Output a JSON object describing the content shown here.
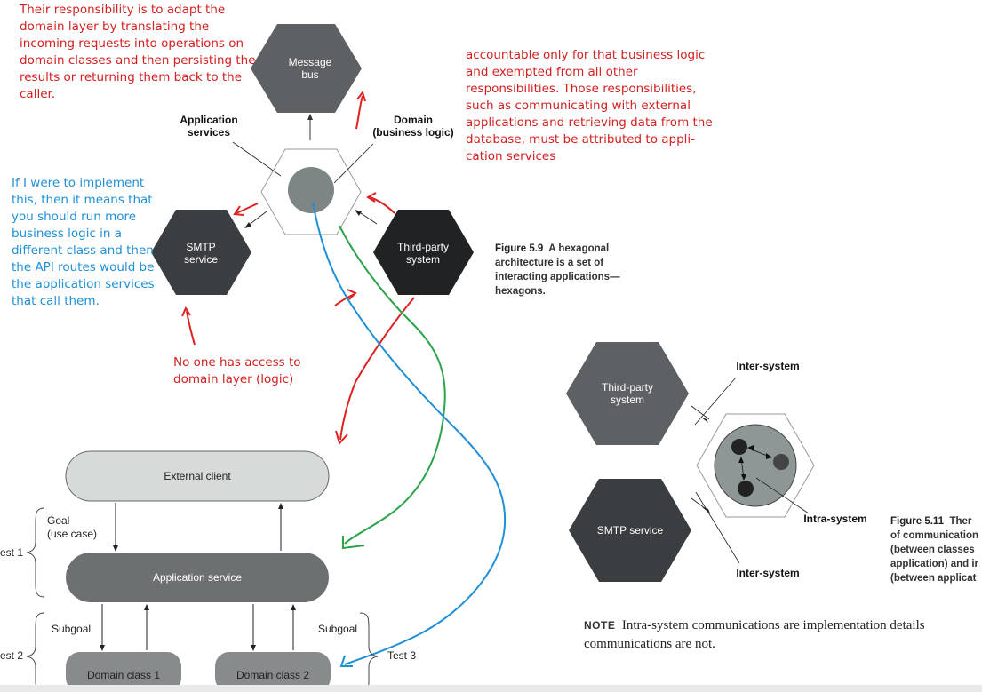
{
  "annotations": {
    "red_top_left": "Their responsibility is to adapt the\ndomain layer by translating the\nincoming requests into operations on\ndomain classes and then persisting the\nresults or returning them back to the\ncaller.",
    "red_top_right": "accountable only for that business logic\nand exempted from all other\nresponsibilities. Those responsibilities,\nsuch as communicating with external\napplications and retrieving data from the\ndatabase, must be attributed to appli-\ncation services",
    "blue_left": "If I were to implement\nthis, then it means that\nyou should run more\nbusiness logic in a\ndifferent class and then\nthe API routes would be\nthe application services\nthat call them.",
    "red_middle": "No one has access to\ndomain layer (logic)"
  },
  "figure_5_9": {
    "message_bus": "Message\nbus",
    "application_services": "Application\nservices",
    "domain": "Domain\n(business logic)",
    "smtp_service": "SMTP\nservice",
    "third_party": "Third-party\nsystem",
    "caption_label": "Figure 5.9",
    "caption_text": "A hexagonal\narchitecture is a set of\ninteracting applications—\nhexagons."
  },
  "figure_5_11": {
    "third_party": "Third-party\nsystem",
    "smtp_service": "SMTP service",
    "inter_system_top": "Inter-system",
    "inter_system_bottom": "Inter-system",
    "intra_system": "Intra-system",
    "caption_label": "Figure 5.11",
    "caption_text": "Ther\nof communication\n(between classes\napplication) and ir\n(between applicat"
  },
  "flow": {
    "external_client": "External client",
    "application_service": "Application service",
    "domain_class_1": "Domain class 1",
    "domain_class_2": "Domain class 2",
    "goal": "Goal\n(use case)",
    "subgoal_left": "Subgoal",
    "subgoal_right": "Subgoal",
    "test1": "est 1",
    "test2": "est 2",
    "test3": "Test 3"
  },
  "note": {
    "label": "NOTE",
    "line1": "Intra-system communications are implementation details",
    "line2": "communications are not."
  }
}
